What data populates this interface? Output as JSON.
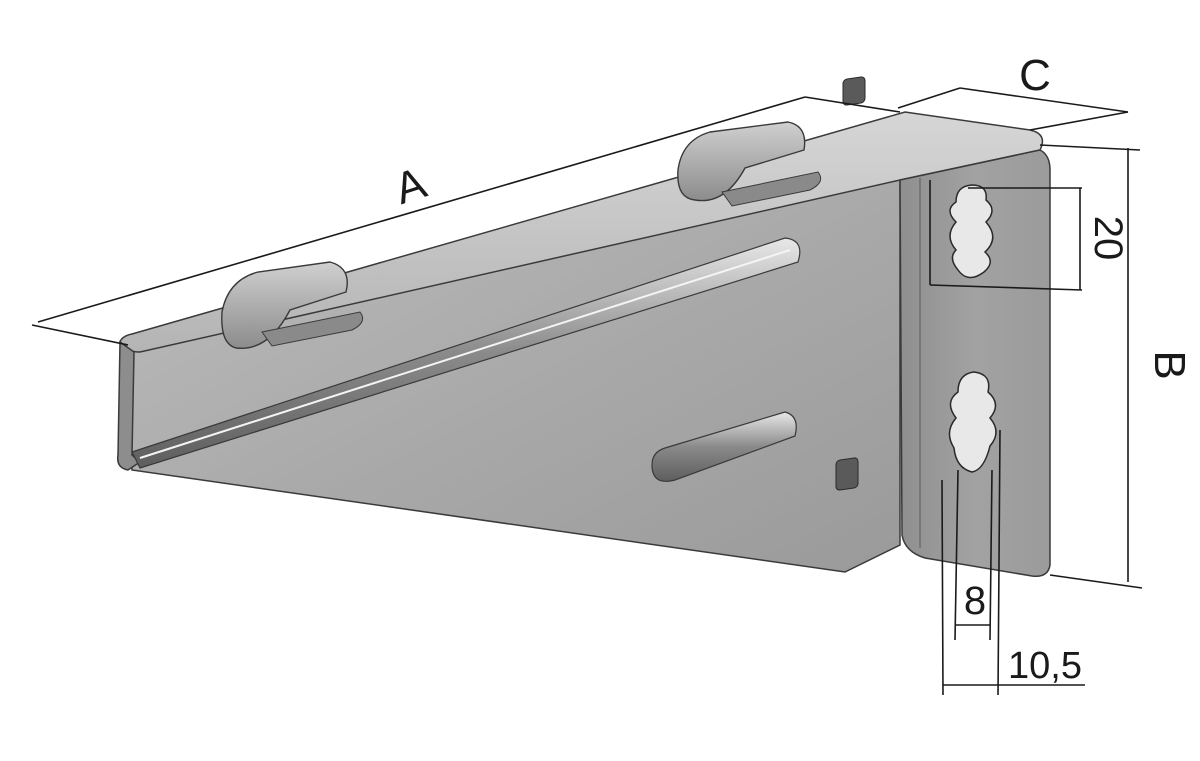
{
  "drawing": {
    "dimensions": {
      "A": "A",
      "B": "B",
      "C": "C",
      "slot_height": "20",
      "slot_width": "8",
      "slot_offset": "10,5"
    }
  }
}
